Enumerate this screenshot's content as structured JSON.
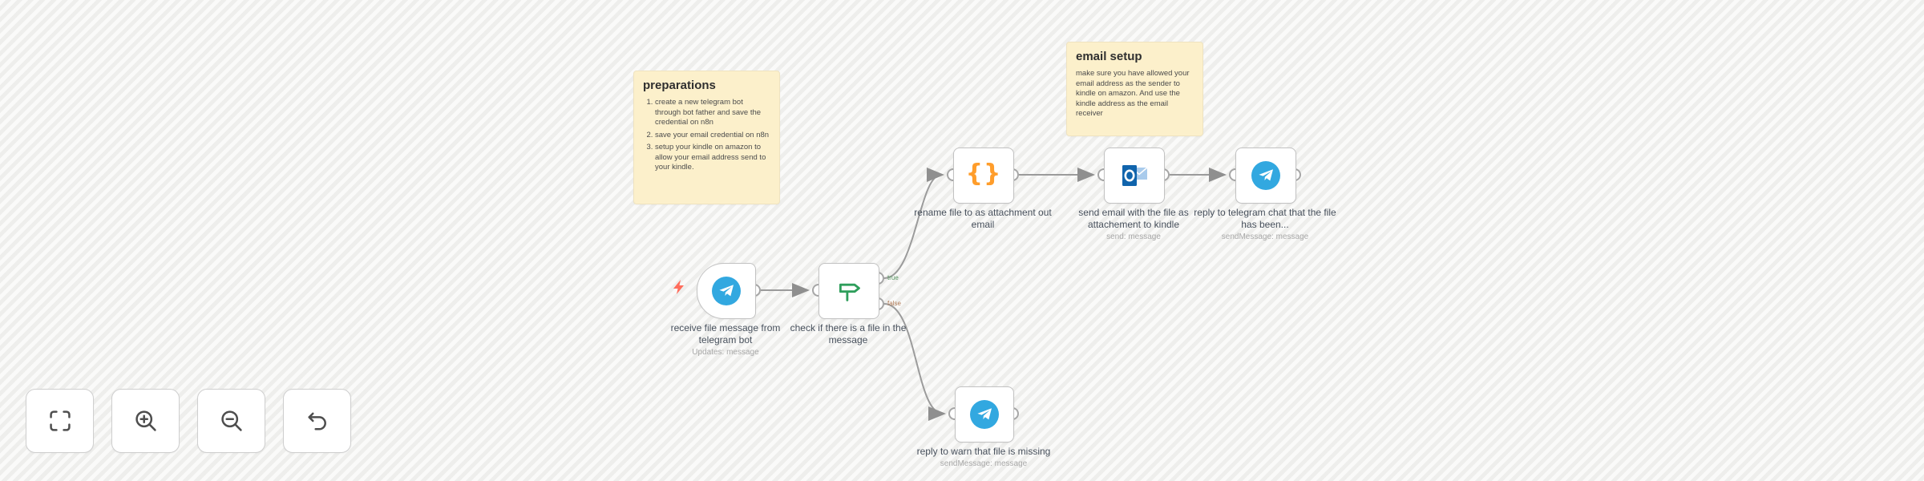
{
  "app": "n8n-workflow-canvas",
  "colors": {
    "canvas_bg": "#f4f4f2",
    "sticky_bg": "#fcf0cb",
    "telegram_blue": "#32a8e0",
    "outlook_blue": "#1064ac",
    "code_orange": "#ff9d2b",
    "if_green": "#2e9e5b",
    "bolt_red": "#ff6d5c",
    "wire_gray": "#9b9b9b"
  },
  "sticky_notes": {
    "preparations": {
      "title": "preparations",
      "items": [
        "create a new telegram bot through bot father and save the credential on n8n",
        "save your email credential on n8n",
        "setup your kindle on amazon to allow your email address send to your kindle."
      ]
    },
    "email_setup": {
      "title": "email setup",
      "body": "make sure you have allowed your email address as the sender to kindle on amazon. And use the kindle address as the email receiver"
    }
  },
  "nodes": {
    "telegram_trigger": {
      "label": "receive file message from telegram bot",
      "subtitle": "Updates: message",
      "icon": "telegram-icon"
    },
    "if_check": {
      "label": "check if there is a file in the message",
      "icon": "if-signpost-icon",
      "output_labels": [
        "true",
        "false"
      ]
    },
    "rename_file": {
      "label": "rename file to as attachment out email",
      "icon": "code-braces-icon",
      "icon_glyph": "{}"
    },
    "send_email": {
      "label": "send email with the file as attachement to kindle",
      "subtitle": "send: message",
      "icon": "outlook-icon"
    },
    "reply_sent": {
      "label": "reply to telegram chat that the file has been...",
      "subtitle": "sendMessage: message",
      "icon": "telegram-icon"
    },
    "reply_missing": {
      "label": "reply to warn that file is missing",
      "subtitle": "sendMessage: message",
      "icon": "telegram-icon"
    }
  },
  "controls": {
    "fit_view": "fit-view-icon",
    "zoom_in": "zoom-in-icon",
    "zoom_out": "zoom-out-icon",
    "reset": "undo-arrow-icon"
  }
}
